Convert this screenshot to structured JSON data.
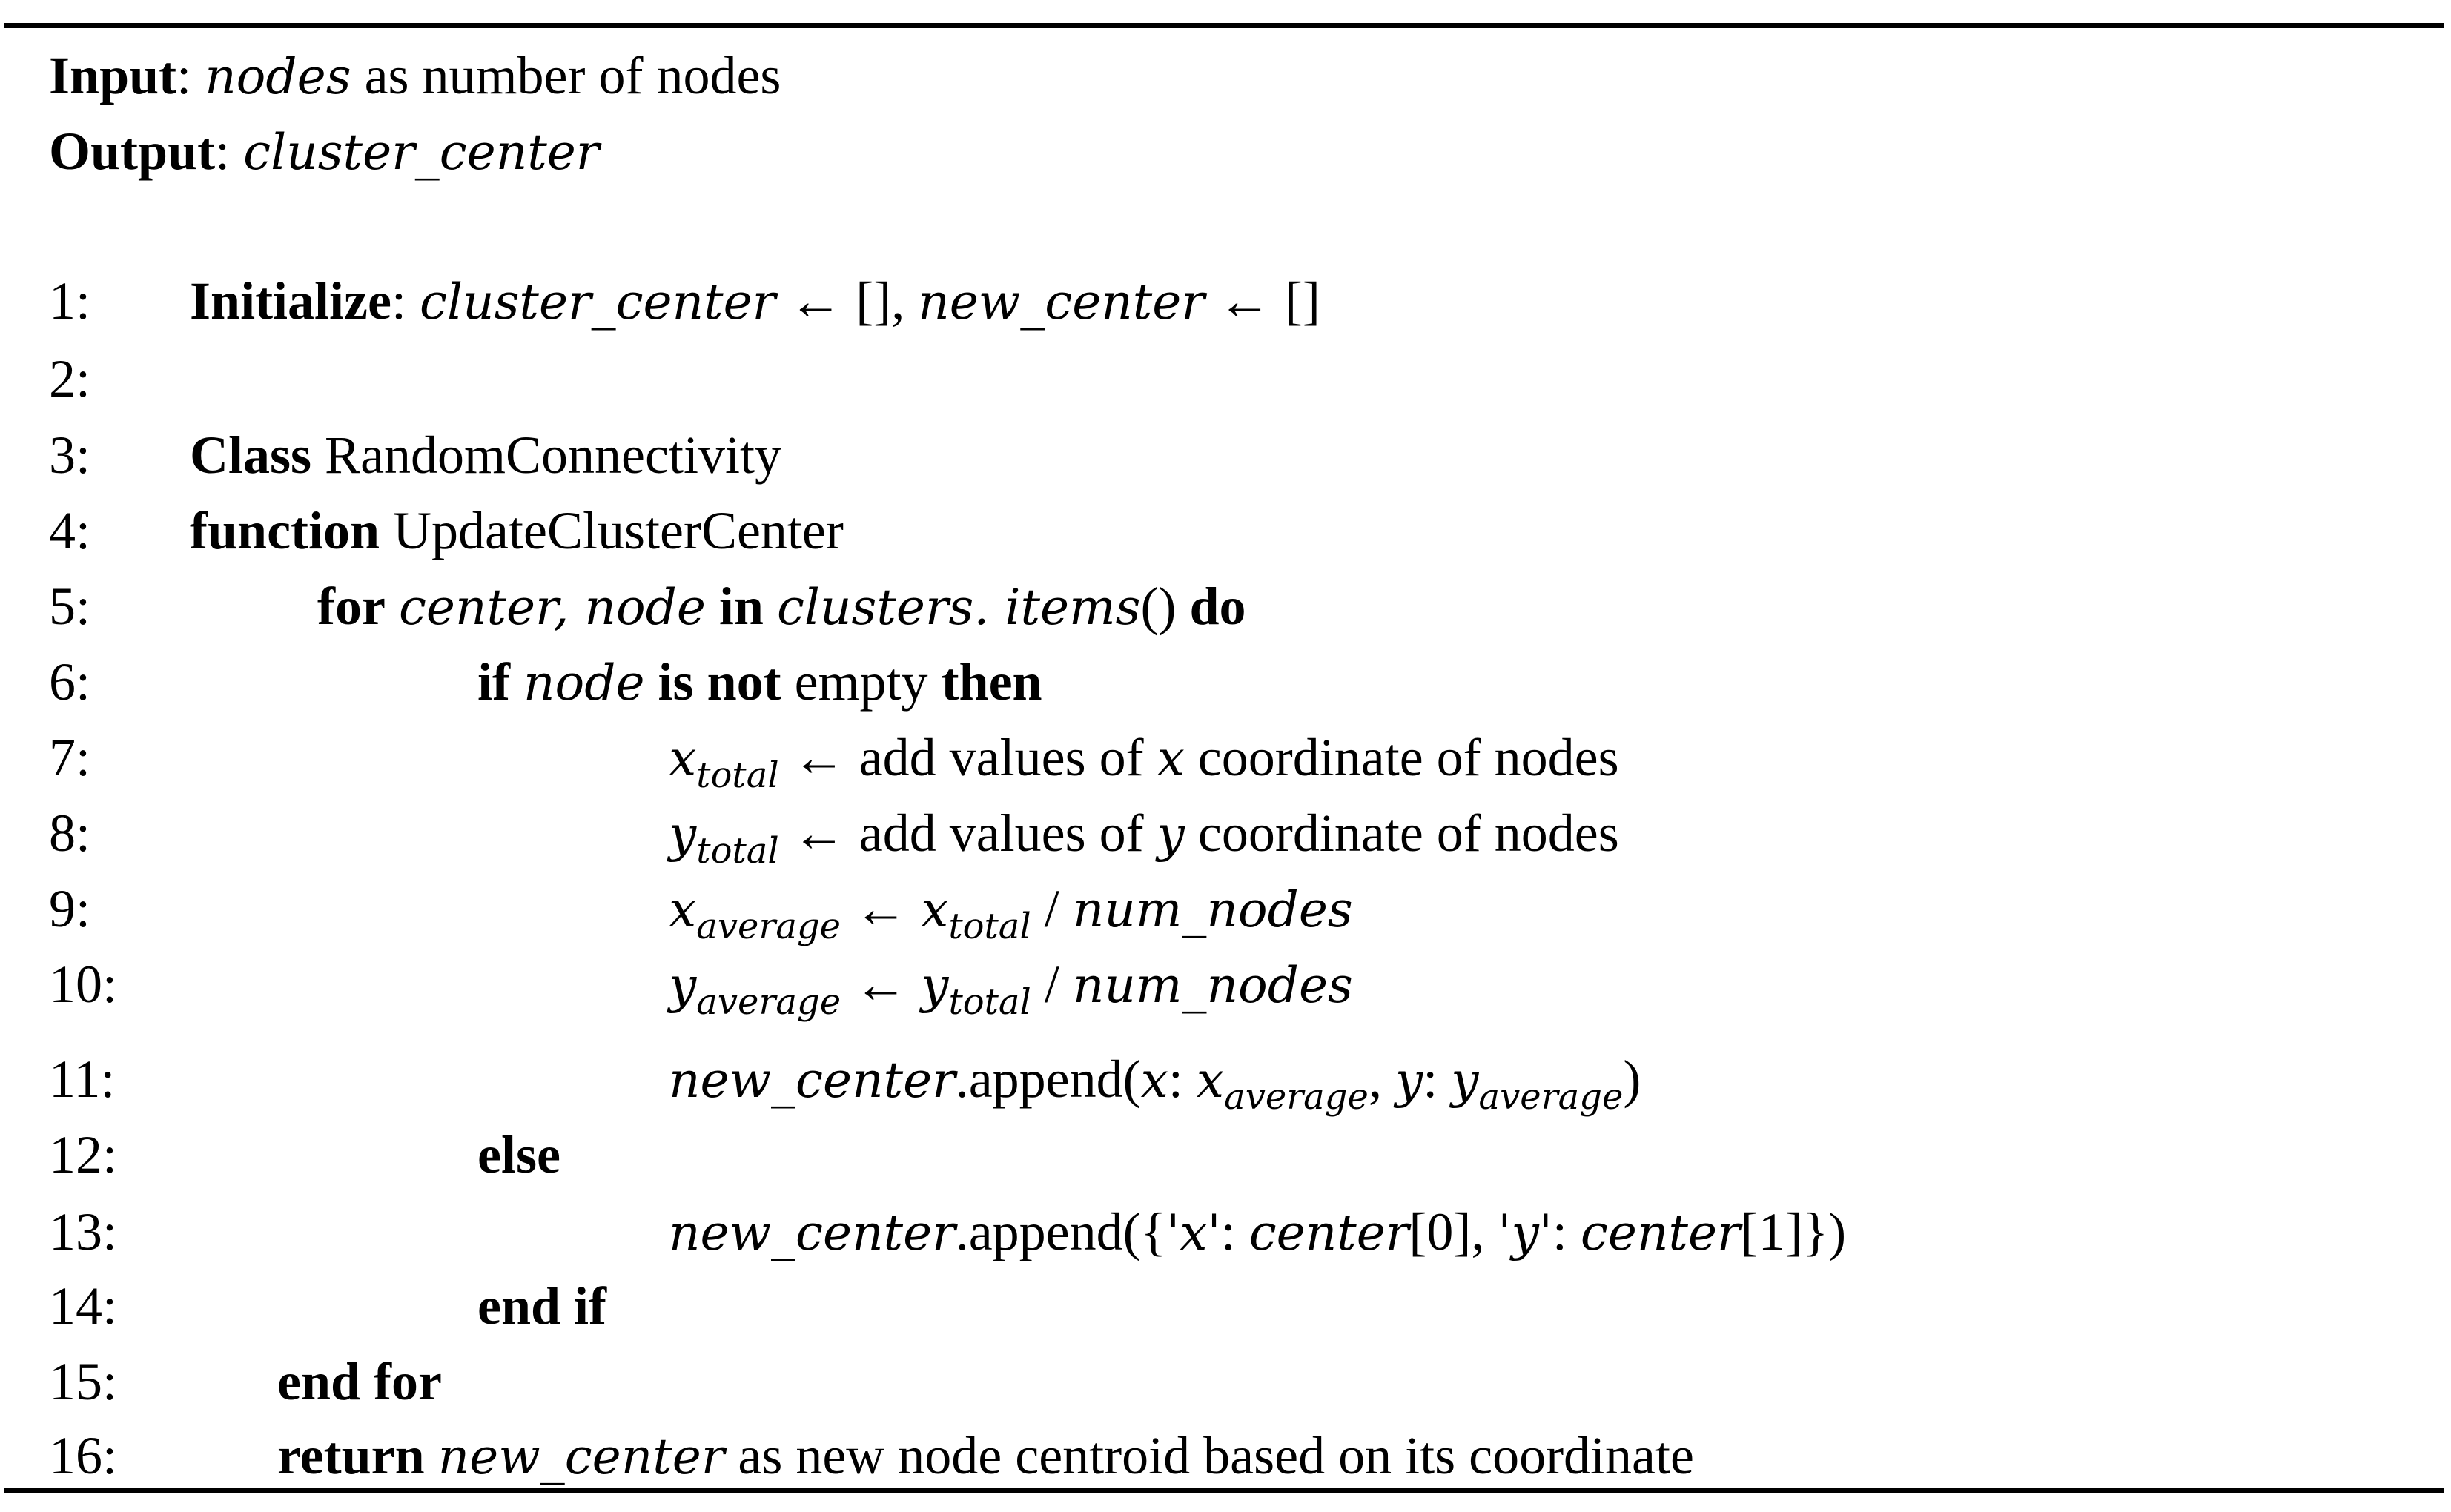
{
  "header": {
    "input_label": "Input",
    "input_var": "nodes",
    "input_desc": " as number of nodes",
    "output_label": "Output",
    "output_var": "cluster_center"
  },
  "lines": [
    {
      "num": "1:"
    },
    {
      "num": "2:"
    },
    {
      "num": "3:"
    },
    {
      "num": "4:"
    },
    {
      "num": "5:"
    },
    {
      "num": "6:"
    },
    {
      "num": "7:"
    },
    {
      "num": "8:"
    },
    {
      "num": "9:"
    },
    {
      "num": "10:"
    },
    {
      "num": "11:"
    },
    {
      "num": "12:"
    },
    {
      "num": "13:"
    },
    {
      "num": "14:"
    },
    {
      "num": "15:"
    },
    {
      "num": "16:"
    }
  ],
  "tokens": {
    "initialize": "Initialize",
    "colon": ": ",
    "cluster_center": "cluster_center",
    "arrow_empty": " ← [], ",
    "new_center": "new_center",
    "arrow_empty2": " ← []",
    "class_kw": "Class",
    "class_name": " RandomConnectivity",
    "function_kw": "function",
    "function_name": " UpdateClusterCenter",
    "for_kw": "for",
    "center": "center",
    "comma": ", ",
    "node": "node",
    "in_kw": "in",
    "clusters_items": "clusters. items",
    "parens": "()",
    "do_kw": "do",
    "if_kw": "if",
    "is_not_kw": "is not",
    "empty": " empty ",
    "then_kw": "then",
    "x": "x",
    "y": "y",
    "total": "total",
    "average": "average",
    "left_arrow": " ← ",
    "add_values_of": "add values of ",
    "coord_of_nodes": " coordinate of nodes",
    "slash": " / ",
    "num_nodes": "num_nodes",
    "append_open": ".append(",
    "colon_sp": ": ",
    "comma_sp": ", ",
    "close_paren": ")",
    "else_kw": "else",
    "append_dict_open": ".append({",
    "qx": "'x'",
    "center0": "center",
    "idx0": "[0], ",
    "qy": "'y'",
    "idx1": "[1]",
    "close_dict": "})",
    "end_if": "end if",
    "end_for": "end for",
    "return_kw": "return",
    "return_desc": " as new node centroid based on its coordinate"
  }
}
